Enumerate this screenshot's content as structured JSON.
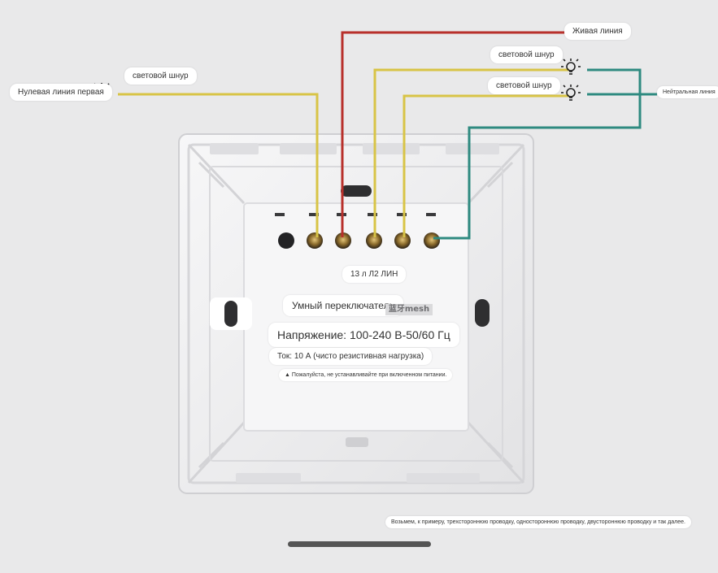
{
  "labels": {
    "zero_line": "Нулевая линия первая",
    "light_cord_left": "световой шнур",
    "live_line": "Живая линия",
    "light_cord_top": "световой шнур",
    "light_cord_mid": "световой шнур",
    "neutral_line": "Нейтральная линия",
    "terminals": "13 л Л2 ЛИН",
    "device_name": "Умный переключатель",
    "brand": "蓝牙mesh",
    "voltage": "Напряжение: 100-240 В-50/60 Гц",
    "current": "Ток: 10 А (чисто резистивная нагрузка)",
    "warning": "▲ Пожалуйста, не устанавливайте при включенном питании.",
    "footer_note": "Возьмем, к примеру, трехстороннюю проводку, одностороннюю проводку, двустороннюю проводку и так далее."
  },
  "colors": {
    "background": "#e9e9ea",
    "live_wire": "#b8302b",
    "light_wire": "#d8c446",
    "neutral_wire": "#2e8a80",
    "device_body": "#f3f3f4"
  },
  "icons": [
    "bulb-icon",
    "bulb-icon",
    "bulb-icon"
  ]
}
